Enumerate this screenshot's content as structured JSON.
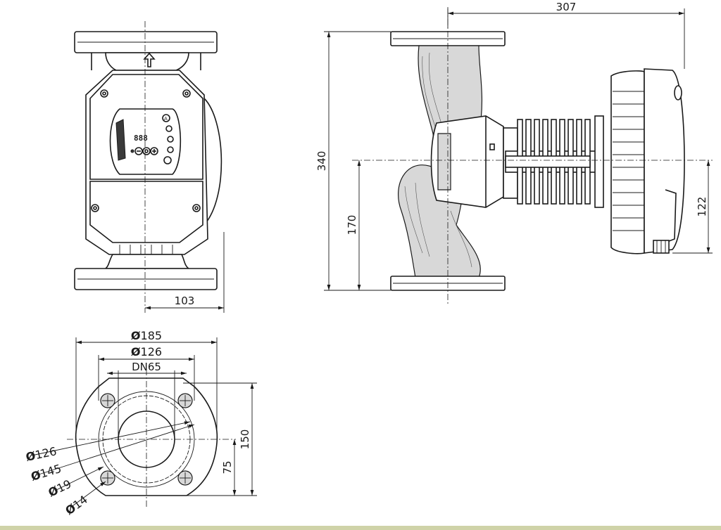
{
  "dimensions": {
    "front_width": "103",
    "side_width": "307",
    "side_height": "340",
    "side_axis_height": "170",
    "side_motor_offset": "122",
    "flange_outer_dia": "185",
    "flange_bolt_circle_top": "126",
    "flange_dn": "DN65",
    "flange_height": "150",
    "flange_half_height": "75",
    "flange_bolt_circle_left": "126",
    "flange_face_dia": "145",
    "flange_slot_dia": "19",
    "flange_hole_dia": "14"
  },
  "symbols": {
    "diameter": "Ø",
    "display_digits": "888",
    "display_badge": "A"
  },
  "colors": {
    "line": "#1a1a1a",
    "fill_grey": "#d8d8d8",
    "footer": "#cfd3a8"
  }
}
